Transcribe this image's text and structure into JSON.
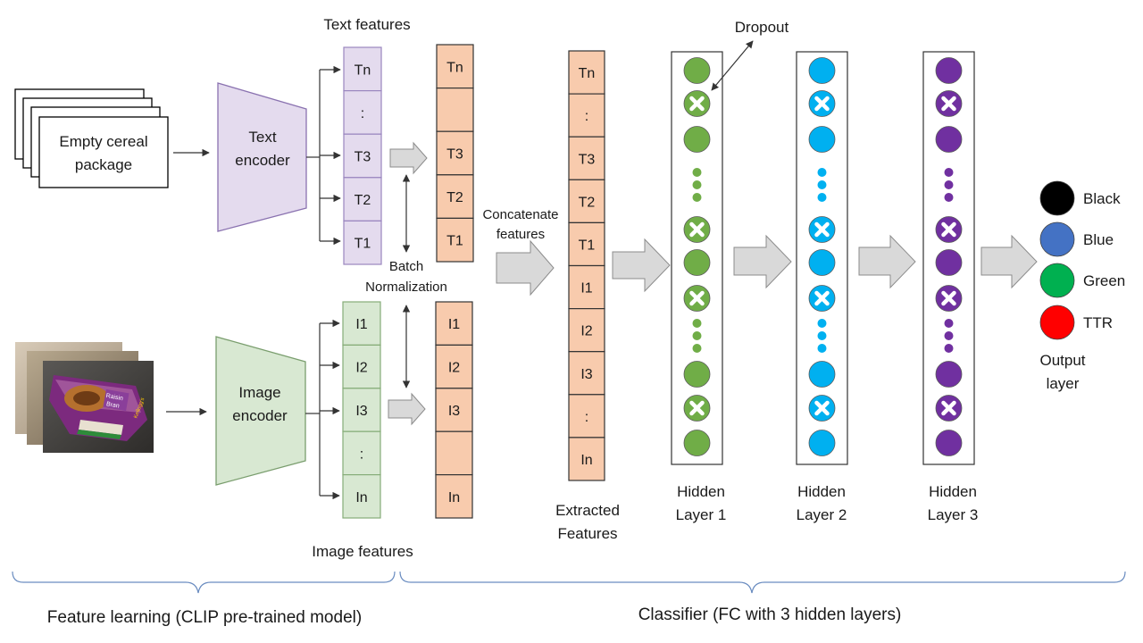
{
  "input_text": {
    "line1": "Empty cereal",
    "line2": "package"
  },
  "text_encoder": {
    "line1": "Text",
    "line2": "encoder"
  },
  "image_encoder": {
    "line1": "Image",
    "line2": "encoder"
  },
  "text_features_label": "Text features",
  "image_features_label": "Image features",
  "text_feature_cells": [
    "Tn",
    ":",
    "T3",
    "T2",
    "T1"
  ],
  "image_feature_cells": [
    "I1",
    "I2",
    "I3",
    ":",
    "In"
  ],
  "normalized_text_cells": [
    "Tn",
    "",
    "T3",
    "T2",
    "T1"
  ],
  "normalized_image_cells": [
    "I1",
    "I2",
    "I3",
    "",
    "In"
  ],
  "batch_norm": {
    "line1": "Batch",
    "line2": "Normalization"
  },
  "concat": {
    "line1": "Concatenate",
    "line2": "features"
  },
  "extracted_cells": [
    "Tn",
    ":",
    "T3",
    "T2",
    "T1",
    "I1",
    "I2",
    "I3",
    ":",
    "In"
  ],
  "extracted_label": {
    "line1": "Extracted",
    "line2": "Features"
  },
  "dropout_label": "Dropout",
  "hidden_layers": [
    {
      "line1": "Hidden",
      "line2": "Layer 1",
      "color": "#70ad47"
    },
    {
      "line1": "Hidden",
      "line2": "Layer 2",
      "color": "#00b0f0"
    },
    {
      "line1": "Hidden",
      "line2": "Layer 3",
      "color": "#7030a0"
    }
  ],
  "outputs": [
    {
      "label": "Black",
      "color": "#000000"
    },
    {
      "label": "Blue",
      "color": "#4472c4"
    },
    {
      "label": "Green",
      "color": "#00b050"
    },
    {
      "label": "TTR",
      "color": "#ff0000"
    }
  ],
  "output_layer_label": {
    "line1": "Output",
    "line2": "layer"
  },
  "section_left": "Feature learning (CLIP pre-trained model)",
  "section_right": "Classifier (FC with 3 hidden layers)",
  "package_image": {
    "brand": "Kellogg's",
    "product_line1": "Raisin",
    "product_line2": "Bran"
  }
}
